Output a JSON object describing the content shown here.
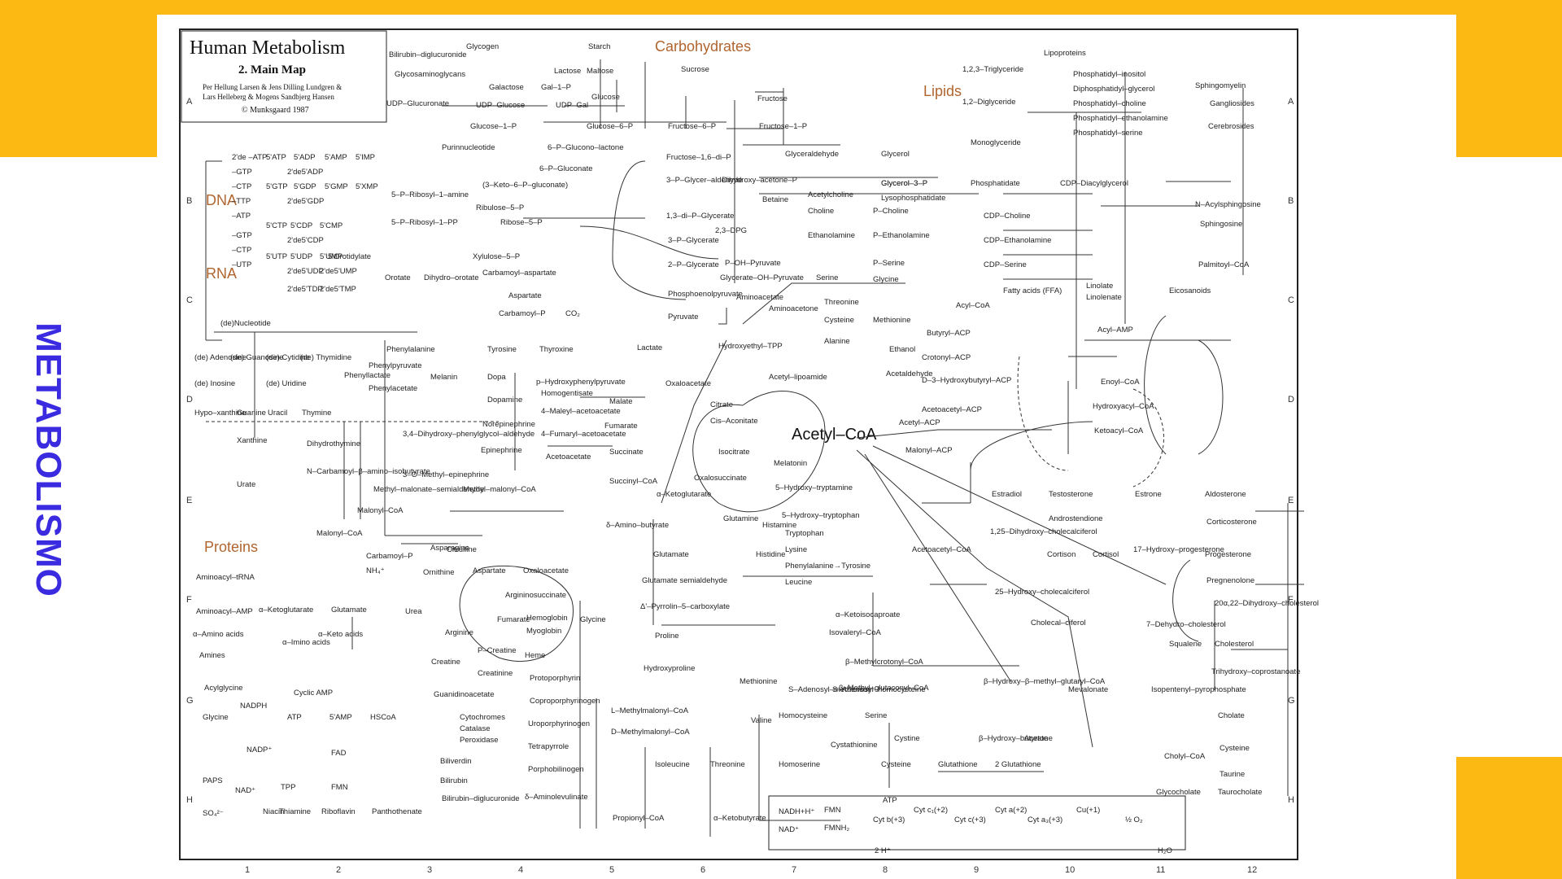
{
  "slide": {
    "side_title": "METABOLISMO",
    "logo_icon": "double-up-arrow-icon",
    "accent_color": "#FDB913",
    "title_color": "#3B2BE0"
  },
  "map": {
    "title": "Human Metabolism",
    "subtitle": "2. Main Map",
    "authors_1": "Per Hellung Larsen & Jens Dilling Lundgren &",
    "authors_2": "Lars Helleberg & Mogens Sandbjerg Hansen",
    "publisher": "© Munksgaard 1987",
    "sections": {
      "carbohydrates": "Carbohydrates",
      "lipids": "Lipids",
      "dna": "DNA",
      "rna": "RNA",
      "proteins": "Proteins"
    },
    "center": "Acetyl–CoA",
    "row_labels": [
      "A",
      "B",
      "C",
      "D",
      "E",
      "F",
      "G",
      "H"
    ],
    "col_labels": [
      "1",
      "2",
      "3",
      "4",
      "5",
      "6",
      "7",
      "8",
      "9",
      "10",
      "11",
      "12"
    ],
    "labels": {
      "bilirubin_diglucuronide": "Bilirubin–diglucuronide",
      "glycosaminoglycans": "Glycosaminoglycans",
      "udp_glucuronate": "UDP–Glucuronate",
      "glycogen": "Glycogen",
      "starch": "Starch",
      "maltose": "Maltose",
      "lactose": "Lactose",
      "galactose": "Galactose",
      "gal_1_p": "Gal–1–P",
      "glucose": "Glucose",
      "udp_glucose": "UDP–Glucose",
      "udp_gal": "UDP–Gal",
      "glucose_1_p": "Glucose–1–P",
      "glucose_6_p": "Glucose–6–P",
      "sucrose": "Sucrose",
      "fructose": "Fructose",
      "fructose_1_p": "Fructose–1–P",
      "fructose_6_p": "Fructose–6–P",
      "fructose_16_di_p": "Fructose–1,6–di–P",
      "six_p_gluconolactone": "6–P–Glucono–lactone",
      "six_p_gluconate": "6–P–Gluconate",
      "keto_gluconate": "(3–Keto–6–P–gluconate)",
      "ribulose_5_p": "Ribulose–5–P",
      "ribose_5_p": "Ribose–5–P",
      "xylulose_5_p": "Xylulose–5–P",
      "purinnucleotide": "Purinnucleotide",
      "five_p_ribosyl_amine": "5–P–Ribosyl–1–amine",
      "five_p_ribosyl_pp": "5–P–Ribosyl–1–PP",
      "glyceraldehyde": "Glyceraldehyde",
      "glycerol": "Glycerol",
      "glycerol_3_p": "Glycerol–3–P",
      "three_p_glyceraldehyde": "3–P–Glycer–aldehyde",
      "dihydroxyacetone_p": "Dihydroxy–acetone–P",
      "one_three_dpg": "1,3–di–P–Glycerate",
      "two_three_dpg": "2,3–DPG",
      "three_p_glycerate": "3–P–Glycerate",
      "two_p_glycerate": "2–P–Glycerate",
      "phosphoenolpyruvate": "Phosphoenolpyruvate",
      "pyruvate": "Pyruvate",
      "lactate": "Lactate",
      "oh_pyruvate": "Glycerate–OH–Pyruvate",
      "p_oh_pyruvate": "P–OH–Pyruvate",
      "serine": "Serine",
      "glycine": "Glycine",
      "p_serine": "P–Serine",
      "betaine": "Betaine",
      "choline": "Choline",
      "acetylcholine": "Acetylcholine",
      "p_choline": "P–Choline",
      "ethanolamine": "Ethanolamine",
      "p_ethanolamine": "P–Ethanolamine",
      "aminoacetone": "Aminoacetone",
      "aminoacetate": "Aminoacetate",
      "threonine": "Threonine",
      "cysteine": "Cysteine",
      "methionine": "Methionine",
      "alanine": "Alanine",
      "hydroxyethyl_tpp": "Hydroxyethyl–TPP",
      "ethanol": "Ethanol",
      "acetaldehyde": "Acetaldehyde",
      "acetyl_lipoamide": "Acetyl–lipoamide",
      "oxaloacetate": "Oxaloacetate",
      "citrate": "Citrate",
      "cis_aconitate": "Cis–Aconitate",
      "isocitrate": "Isocitrate",
      "oxalosuccinate": "Oxalosuccinate",
      "alpha_ketoglutarate": "α–Ketoglutarate",
      "succinyl_coa": "Succinyl–CoA",
      "succinate": "Succinate",
      "fumarate": "Fumarate",
      "malate": "Malate",
      "glutamate": "Glutamate",
      "glutamine": "Glutamine",
      "histidine": "Histidine",
      "histamine": "Histamine",
      "gaba": "δ–Amino–butyrate",
      "glutamate_semialdehyde": "Glutamate semialdehyde",
      "pyrrolin_carboxylate": "Δ'–Pyrrolin–5–carboxylate",
      "proline": "Proline",
      "hydroxyproline": "Hydroxyproline",
      "ornithine": "Ornithine",
      "arginine": "Arginine",
      "citrulline": "Citrulline",
      "argininosuccinate": "Argininosuccinate",
      "urea": "Urea",
      "carbamoyl_p": "Carbamoyl–P",
      "nh4": "NH₄⁺",
      "creatine": "Creatine",
      "p_creatine": "P–Creatine",
      "creatinine": "Creatinine",
      "guanidinoacetate": "Guanidinoacetate",
      "phenylalanine": "Phenylalanine",
      "tyrosine": "Tyrosine",
      "thyroxine": "Thyroxine",
      "dopa": "Dopa",
      "dopamine": "Dopamine",
      "melanin": "Melanin",
      "norepinephrine": "Norepinephrine",
      "epinephrine": "Epinephrine",
      "homogentisate": "Homogentisate",
      "maleylacetoacetate": "4–Maleyl–acetoacetate",
      "fumarylacetoacetate": "4–Fumaryl–acetoacetate",
      "acetoacetate": "Acetoacetate",
      "methylmalonate_semialdehyde": "Methyl–malonate–semialdehyde",
      "methylmalonyl_coa": "Methyl–malonyl–CoA",
      "malonyl_coa": "Malonyl–CoA",
      "tryptophan": "Tryptophan",
      "lysine": "Lysine",
      "leucine": "Leucine",
      "acetoacetyl_coa": "Acetoacetyl–CoA",
      "isovaleryl_coa": "Isovaleryl–CoA",
      "methylcrotonyl_coa": "β–Methylcrotonyl–CoA",
      "methylglutaconyl_coa": "β–Methyl–glutaconyl–CoA",
      "hmg_coa": "β–Hydroxy–β–methyl–glutaryl–CoA",
      "mevalonate": "Mevalonate",
      "hydroxybutyrate": "β–Hydroxy–butyrate",
      "acetone": "Acetone",
      "acyl_coa": "Acyl–CoA",
      "acetyl_acp": "Acetyl–ACP",
      "malonyl_acp": "Malonyl–ACP",
      "butyryl_acp": "Butyryl–ACP",
      "crotonyl_acp": "Crotonyl–ACP",
      "hydroxybutyryl_acp": "D–3–Hydroxybutyryl–ACP",
      "acetoacetyl_acp": "Acetoacetyl–ACP",
      "fatty_acids": "Fatty acids (FFA)",
      "linolate": "Linolate",
      "linolenate": "Linolenate",
      "eicosanoids": "Eicosanoids",
      "acyl_amp": "Acyl–AMP",
      "enoyl_coa": "Enoyl–CoA",
      "hydroxyacyl_coa": "Hydroxyacyl–CoA",
      "ketoacyl_coa": "Ketoacyl–CoA",
      "triglyceride": "1,2,3–Triglyceride",
      "diglyceride": "1,2–Diglyceride",
      "monoglyceride": "Monoglyceride",
      "phosphatidate": "Phosphatidate",
      "lysophosphatidate": "Lysophosphatidate",
      "cdp_diacylglycerol": "CDP–Diacylglycerol",
      "cdp_choline": "CDP–Choline",
      "cdp_ethanolamine": "CDP–Ethanolamine",
      "cdp_serine": "CDP–Serine",
      "lipoproteins": "Lipoproteins",
      "phosphatidyl_inositol": "Phosphatidyl–inositol",
      "diphosphatidyl_glycerol": "Diphosphatidyl–glycerol",
      "phosphatidyl_choline": "Phosphatidyl–choline",
      "phosphatidyl_ethanolamine": "Phosphatidyl–ethanolamine",
      "phosphatidyl_serine": "Phosphatidyl–serine",
      "sphingomyelin": "Sphingomyelin",
      "gangliosides": "Gangliosides",
      "cerebrosides": "Cerebrosides",
      "n_acylsphingosine": "N–Acylsphingosine",
      "sphingosine": "Sphingosine",
      "palmitoyl_coa": "Palmitoyl–CoA",
      "estradiol": "Estradiol",
      "testosterone": "Testosterone",
      "androstendione": "Androstendione",
      "estrone": "Estrone",
      "aldosterone": "Aldosterone",
      "corticosterone": "Corticosterone",
      "cortisol": "Cortisol",
      "cortison": "Cortison",
      "hydroxyprogesterone": "17–Hydroxy–progesterone",
      "progesterone": "Progesterone",
      "pregnenolone": "Pregnenolone",
      "dihydroxycholesterol": "20α,22–Dihydroxy–cholesterol",
      "cholesterol": "Cholesterol",
      "dehydrocholesterol": "7–Dehydro–cholesterol",
      "squalene": "Squalene",
      "isopentenyl_pp": "Isopentenyl–pyrophosphate",
      "trihydroxycoprostanoate": "Trihydroxy–coprostanoate",
      "cholate": "Cholate",
      "choly_coa": "Cholyl–CoA",
      "cysteine_b": "Cysteine",
      "taurine": "Taurine",
      "glycocholate": "Glycocholate",
      "taurocholate": "Taurocholate",
      "dihydroxycholecalciferol": "1,25–Dihydroxy–cholecalciferol",
      "hydroxycholecalciferol": "25–Hydroxy–cholecalciferol",
      "cholecalciferol": "Cholecal–ciferol",
      "hemoglobin": "Hemoglobin",
      "myoglobin": "Myoglobin",
      "heme": "Heme",
      "protoporphyrin": "Protoporphyrin",
      "coproporphyrinogen": "Coproporphyrinogen",
      "uroporphyrinogen": "Uroporphyrinogen",
      "tetrapyrrole": "Tetrapyrrole",
      "porphobilinogen": "Porphobilinogen",
      "aminolevulinate": "δ–Aminolevulinate",
      "cytochromes": "Cytochromes",
      "catalase": "Catalase",
      "peroxidase": "Peroxidase",
      "biliverdin": "Biliverdin",
      "bilirubin": "Bilirubin",
      "bilirubin_diglucuronide_b": "Bilirubin–diglucuronide",
      "l_methylmalonyl_coa": "L–Methylmalonyl–CoA",
      "d_methylmalonyl_coa": "D–Methylmalonyl–CoA",
      "propionyl_coa": "Propionyl–CoA",
      "isoleucine": "Isoleucine",
      "threonine_b": "Threonine",
      "valine": "Valine",
      "methionine_b": "Methionine",
      "s_adenosylmethionine": "S–Adenosyl–methionine",
      "s_adenosylhomocysteine": "S–Adenosyl–homocysteine",
      "homocysteine": "Homocysteine",
      "homoserine": "Homoserine",
      "cystathionine": "Cystathionine",
      "cystine": "Cystine",
      "cysteine_c": "Cysteine",
      "glutathione": "Glutathione",
      "two_glutathione": "2 Glutathione",
      "ketobutyrate": "α–Ketobutyrate",
      "serine_b": "Serine",
      "hydroxytryptamine": "5–Hydroxy–tryptamine",
      "hydroxytryptophan": "5–Hydroxy–tryptophan",
      "melatonin": "Melatonin",
      "phenylalanine_tyrosine": "Phenylalanine→Tyrosine",
      "ketoisocaproate": "α–Ketoisocaproate",
      "acylglycine": "Acylglycine",
      "glycine_b": "Glycine",
      "amines": "Amines",
      "aminoacyl_trna": "Aminoacyl–tRNA",
      "aminoacyl_amp": "Aminoacyl–AMP",
      "alpha_amino_acids": "α–Amino acids",
      "alpha_imino_acids": "α–Imino acids",
      "alpha_keto_acids": "α–Keto acids",
      "alpha_ketoglutarate_b": "α–Ketoglutarate",
      "glutamate_b": "Glutamate",
      "cyclic_amp": "Cyclic AMP",
      "atp": "ATP",
      "five_amp": "5'AMP",
      "hscoa": "HSCoA",
      "nadph": "NADPH",
      "nadp": "NADP⁺",
      "nad": "NAD⁺",
      "niacin": "Niacin",
      "tpp": "TPP",
      "thiamine": "Thiamine",
      "fad": "FAD",
      "fmn": "FMN",
      "riboflavin": "Riboflavin",
      "pantothenate": "Panthothenate",
      "paps": "PAPS",
      "so4": "SO₄²⁻",
      "orotate": "Orotate",
      "dihydroorotate": "Dihydro–orotate",
      "carbamoyl_aspartate": "Carbamoyl–aspartate",
      "aspartate": "Aspartate",
      "carbamoyl_p_b": "Carbamoyl–P",
      "co2": "CO₂",
      "orotidylate": "5'Orotidylate",
      "denucleotide": "(de)Nucleotide",
      "adenosine": "(de) Adenosine",
      "guanosine": "(de) Guanosine",
      "cytidine": "(de) Cytidine",
      "thymidine": "(de) Thymidine",
      "inosine": "(de) Inosine",
      "uridine": "(de) Uridine",
      "hypoxanthine": "Hypo–xanthine",
      "guanine": "Guanine",
      "uracil": "Uracil",
      "thymine": "Thymine",
      "xanthine": "Xanthine",
      "urate": "Urate",
      "dihydrothymidine": "Dihydrothymine",
      "n_carbamoyl": "N–Carbamoyl–β–amino–isobutyrate",
      "malonyl_coa_b": "Malonyl–CoA",
      "phenylpyruvate": "Phenylpyruvate",
      "phenyllactate": "Phenyllactate",
      "phenylacetate": "Phenylacetate",
      "p_hydroxyphenylpyruvate": "p–Hydroxyphenylpyruvate",
      "dihydroxyphenylglycolaldehyde": "3,4–Dihydroxy–phenylglycol–aldehyde",
      "methylepinephrine": "3–O–Methyl–epinephrine",
      "asparagine": "Asparagine",
      "aspartate_b": "Aspartate",
      "oxaloacetate_b": "Oxaloacetate",
      "fumarate_b": "Fumarate",
      "glycine_c": "Glycine",
      "glycerol_3p_b": "Glycerol–3–P",
      "nucleotides": [
        "2'de –ATP",
        "–GTP",
        "–CTP",
        "–TTP",
        "–ATP",
        "–GTP",
        "–CTP",
        "–UTP"
      ],
      "nuc_labels": [
        "5'ATP",
        "5'ADP",
        "5'AMP",
        "5'IMP",
        "2'de5'ADP",
        "5'GTP",
        "5'GDP",
        "5'GMP",
        "5'XMP",
        "2'de5'GDP",
        "5'CTP",
        "5'CDP",
        "5'CMP",
        "2'de5'CDP",
        "5'UTP",
        "5'UDP",
        "5'UMP",
        "2'de5'UDP",
        "2'de5'UMP",
        "2'de5'TDP",
        "2'de5'TMP"
      ],
      "oxphos": [
        "NADH+H⁺",
        "NAD⁺",
        "FMN",
        "FMNH₂",
        "Cyt b(+3)",
        "Cyt c₁(+2)",
        "Cyt c(+3)",
        "Cyt a(+2)",
        "Cyt a₃(+3)",
        "Cu(+1)",
        "½ O₂",
        "H₂O",
        "2 H⁺",
        "ATP"
      ]
    }
  }
}
